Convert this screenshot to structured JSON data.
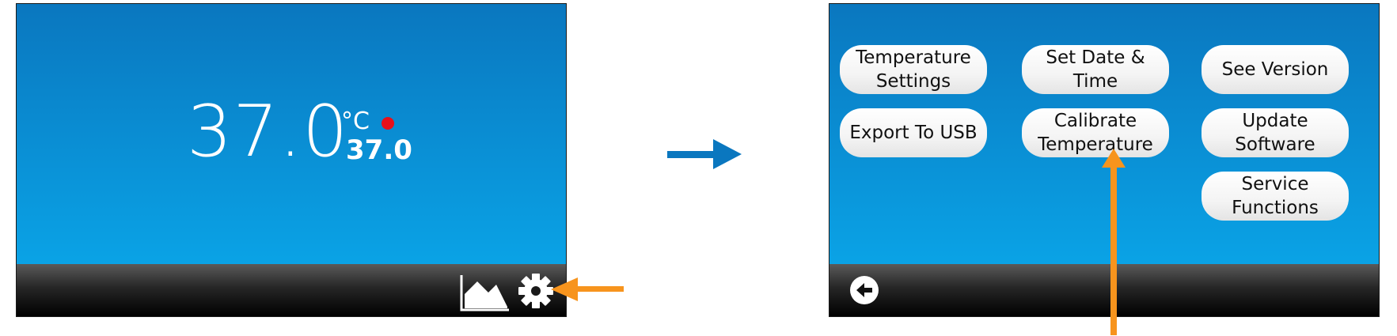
{
  "home_screen": {
    "temperature": "37.0",
    "unit": "°C",
    "setpoint": "37.0",
    "status_indicator_color": "#e8101a",
    "bottom_bar": {
      "icons": [
        "graph-icon",
        "gear-icon"
      ]
    }
  },
  "settings_screen": {
    "buttons": [
      {
        "label": "Temperature Settings"
      },
      {
        "label": "Set Date & Time"
      },
      {
        "label": "See Version"
      },
      {
        "label": "Export To USB"
      },
      {
        "label": "Calibrate Temperature"
      },
      {
        "label": "Update Software"
      },
      {
        "label": "Service Functions"
      }
    ],
    "bottom_bar": {
      "icons": [
        "back-arrow-icon"
      ]
    }
  },
  "annotations": {
    "highlight_color": "#f7941d",
    "flow_arrow_color": "#0a77bf"
  }
}
